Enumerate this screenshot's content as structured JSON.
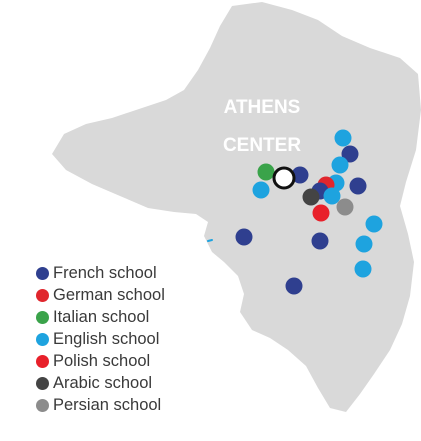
{
  "map": {
    "center_label_line1": "ATHENS",
    "center_label_line2": "CENTER",
    "land_color": "#d9d9d9",
    "center_label_color": "#ffffff"
  },
  "school_types": [
    {
      "key": "french",
      "label": "French school",
      "color": "#2f3f8f"
    },
    {
      "key": "german",
      "label": "German school",
      "color": "#e0262d"
    },
    {
      "key": "italian",
      "label": "Italian school",
      "color": "#3aa34a"
    },
    {
      "key": "english",
      "label": "English school",
      "color": "#1ea3df"
    },
    {
      "key": "polish",
      "label": "Polish school",
      "color": "#e8202a"
    },
    {
      "key": "arabic",
      "label": "Arabic school",
      "color": "#444444"
    },
    {
      "key": "persian",
      "label": "Persian school",
      "color": "#8c8c8c"
    }
  ],
  "schools": [
    "english",
    "french",
    "english",
    "italian",
    "french",
    "english",
    "french",
    "german",
    "english",
    "french",
    "arabic",
    "english",
    "polish",
    "persian",
    "english",
    "french",
    "french",
    "english",
    "english",
    "french"
  ]
}
